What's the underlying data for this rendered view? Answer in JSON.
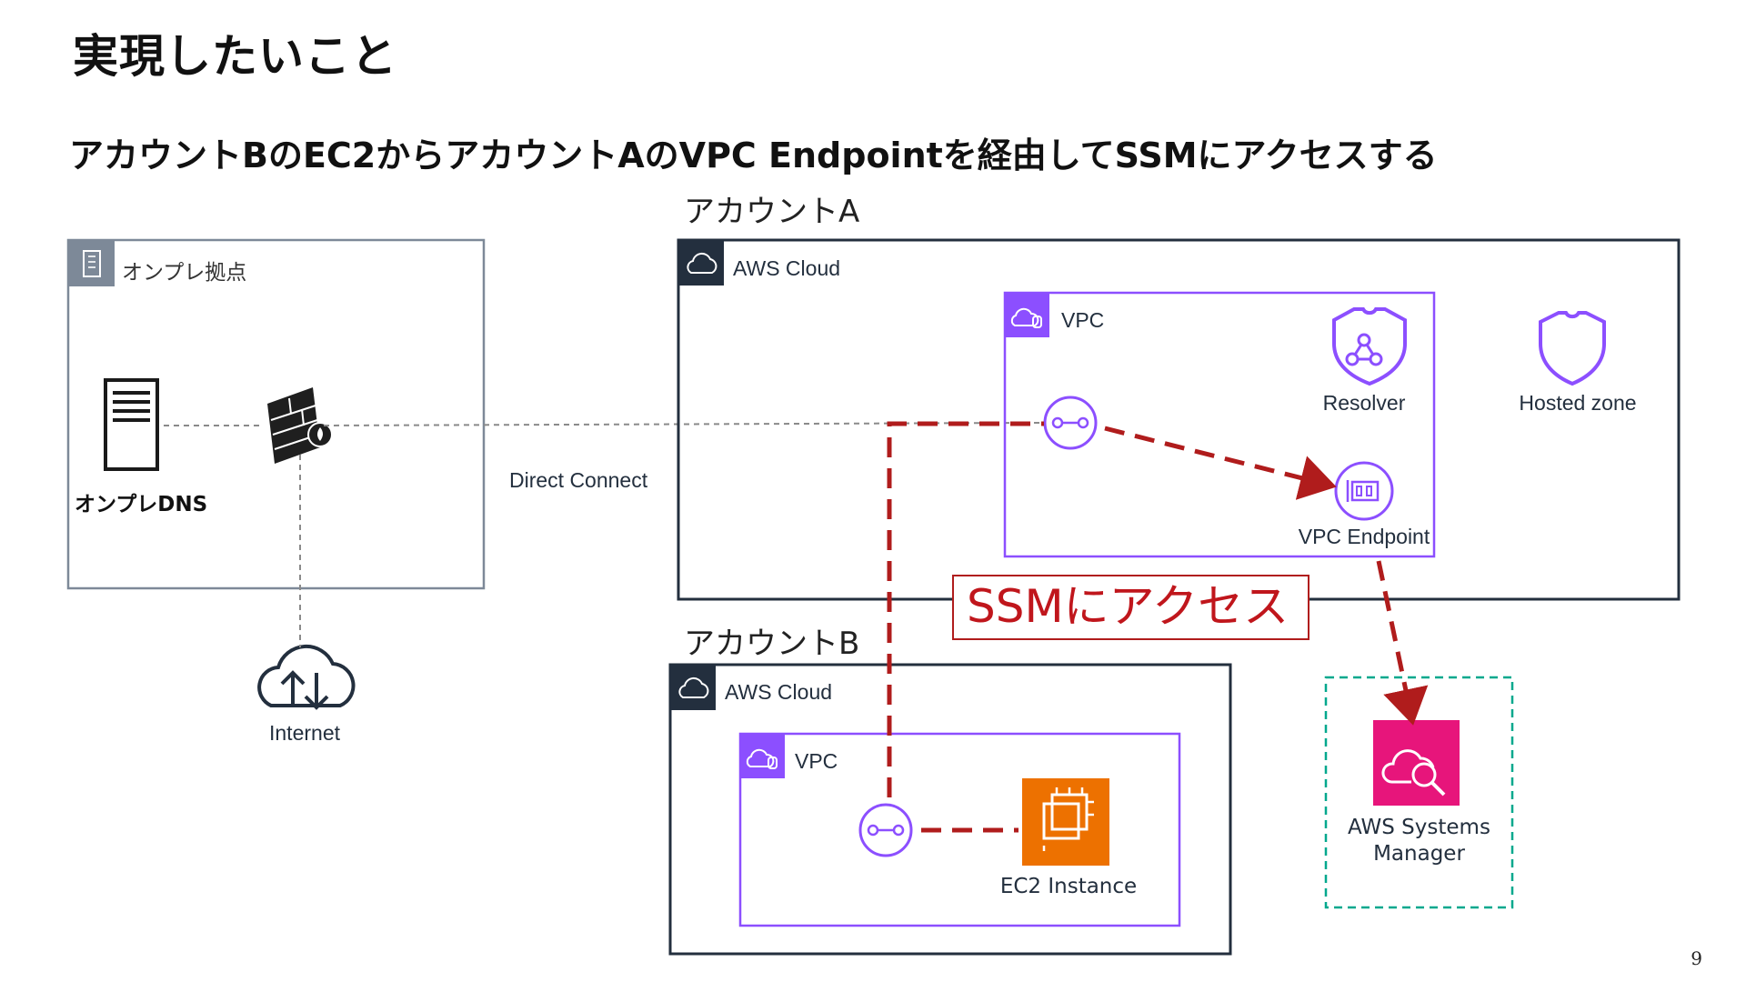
{
  "slide": {
    "title": "実現したいこと",
    "subtitle": "アカウントBのEC2からアカウントAのVPC Endpointを経由してSSMにアクセスする",
    "page_number": "9"
  },
  "onprem": {
    "group_label": "オンプレ拠点",
    "dns_label": "オンプレDNS",
    "internet_label": "Internet"
  },
  "connection": {
    "direct_connect_label": "Direct Connect"
  },
  "account_a": {
    "title": "アカウントA",
    "cloud_label": "AWS Cloud",
    "vpc_label": "VPC",
    "resolver_label": "Resolver",
    "hosted_zone_label": "Hosted zone",
    "endpoint_label": "VPC Endpoint"
  },
  "account_b": {
    "title": "アカウントB",
    "cloud_label": "AWS Cloud",
    "vpc_label": "VPC",
    "ec2_label": "EC2 Instance"
  },
  "ssm": {
    "label_line1": "AWS Systems",
    "label_line2": "Manager"
  },
  "callout": {
    "text": "SSMにアクセス"
  },
  "colors": {
    "vpc_border": "#8c4fff",
    "cloud_border": "#232f3e",
    "onprem_border": "#7d8998",
    "path_red": "#b01c1c",
    "ec2_orange": "#ed7100",
    "ssm_pink": "#e7157b",
    "ssm_border": "#01a88d"
  }
}
